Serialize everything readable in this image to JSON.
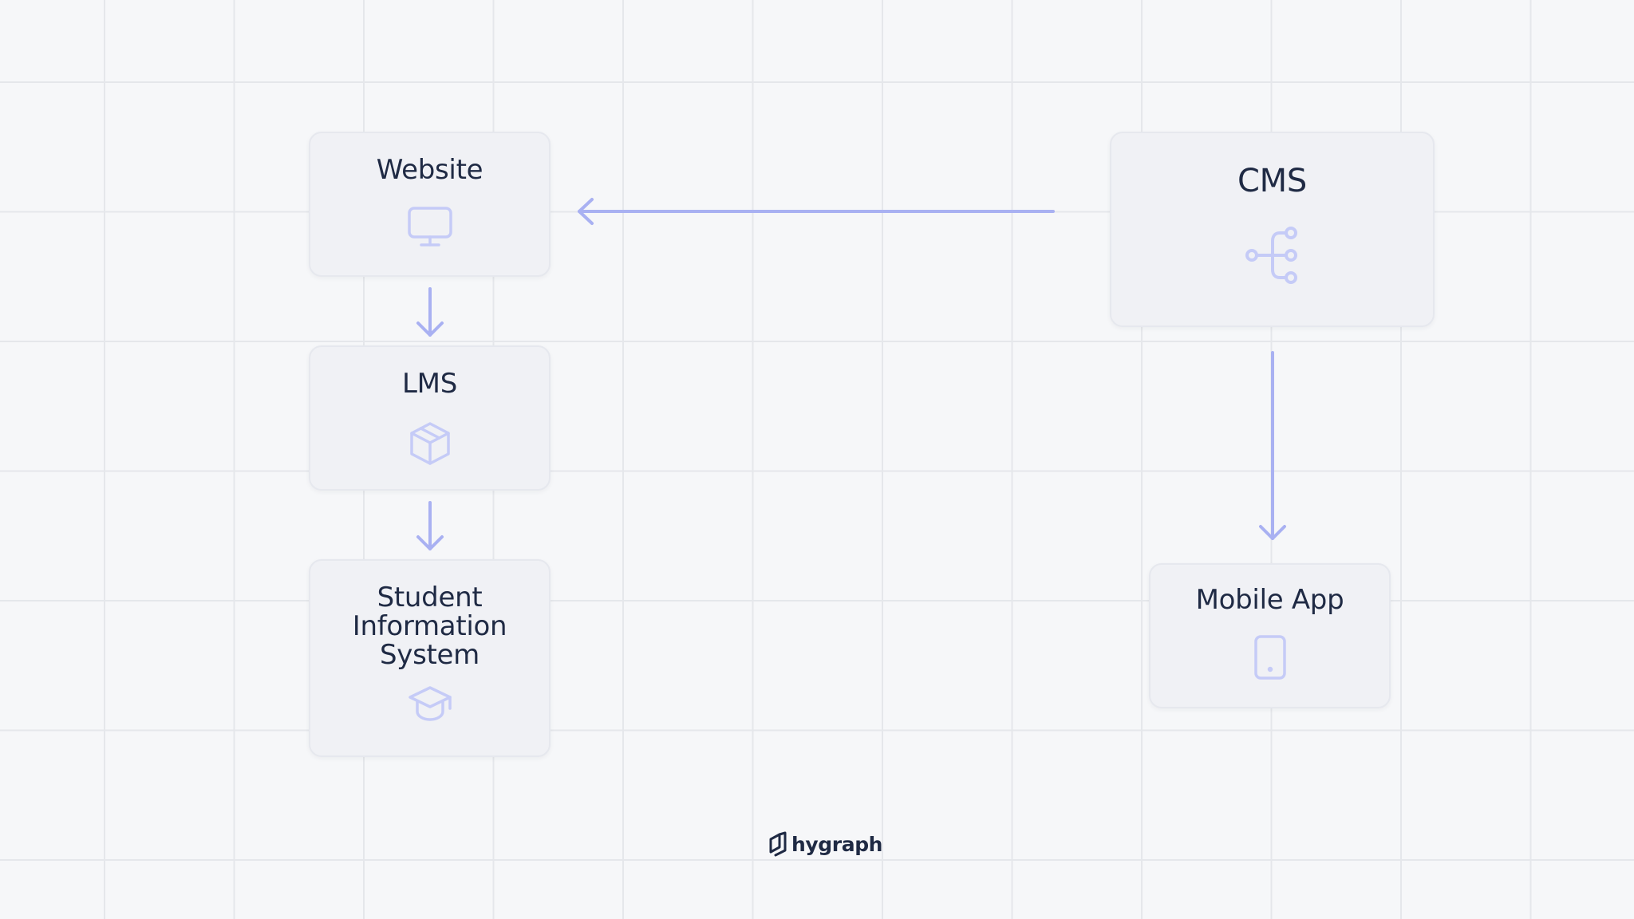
{
  "diagram": {
    "nodes": [
      {
        "id": "website",
        "label": "Website",
        "icon": "monitor-icon"
      },
      {
        "id": "lms",
        "label": "LMS",
        "icon": "package-box-icon"
      },
      {
        "id": "sis",
        "label": "Student\nInformation\nSystem",
        "icon": "graduation-cap-icon"
      },
      {
        "id": "cms",
        "label": "CMS",
        "icon": "content-hub-icon"
      },
      {
        "id": "mobile",
        "label": "Mobile App",
        "icon": "mobile-phone-icon"
      }
    ],
    "edges": [
      {
        "from": "cms",
        "to": "website"
      },
      {
        "from": "website",
        "to": "lms"
      },
      {
        "from": "lms",
        "to": "sis"
      },
      {
        "from": "cms",
        "to": "mobile"
      }
    ]
  },
  "brand": {
    "wordmark": "hygraph",
    "icon": "hygraph-logo-icon"
  },
  "colors": {
    "background": "#f6f7f9",
    "grid": "#e5e7eb",
    "node_fill": "#f0f1f5",
    "node_border": "#e6e8ee",
    "accent": "#a9b1f2",
    "text": "#1f2a44"
  }
}
